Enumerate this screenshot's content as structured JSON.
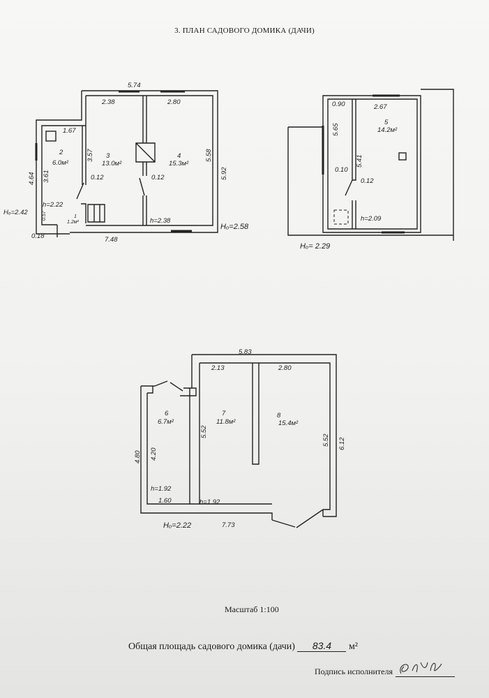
{
  "title": "3. ПЛАН САДОВОГО ДОМИКА (ДАЧИ)",
  "floor1": {
    "dims": {
      "top": "5.74",
      "r3_top": "2.38",
      "r4_top": "2.80",
      "r2_top": "1.67",
      "r3_side": "3.57",
      "r4_side": "5.58",
      "right": "5.92",
      "left_outer": "4.64",
      "left_inner": "3.61",
      "wall1": "0.12",
      "wall2": "0.12",
      "bottom": "7.48",
      "small": "0.57",
      "corner": "0.18"
    },
    "rooms": [
      {
        "num": "2",
        "area": "6.0м²"
      },
      {
        "num": "3",
        "area": "13.0м²"
      },
      {
        "num": "4",
        "area": "15.3м²"
      },
      {
        "num": "1",
        "area": "1.2м²"
      }
    ],
    "h_left": "h=2.22",
    "h_right": "h=2.38",
    "H_left": "Нₒ=2.42",
    "H_right": "Нₒ=2.58"
  },
  "floor2": {
    "dims": {
      "w1": "0.90",
      "w2": "2.67",
      "s1": "5.65",
      "s2": "5.41",
      "t1": "0.10",
      "t2": "0.12"
    },
    "room": {
      "num": "5",
      "area": "14.2м²"
    },
    "h": "h=2.09",
    "H": "Нₒ= 2.29"
  },
  "floor3": {
    "dims": {
      "top": "5.83",
      "r7_top": "2.13",
      "r8_top": "2.80",
      "r7_side": "5.52",
      "r8_side": "5.52",
      "right": "6.12",
      "left_outer": "4.80",
      "left_inner": "4.20",
      "r6_bottom": "1.60",
      "bottom": "7.73"
    },
    "rooms": [
      {
        "num": "6",
        "area": "6.7м²"
      },
      {
        "num": "7",
        "area": "11.8м²"
      },
      {
        "num": "8",
        "area": "15.4м²"
      }
    ],
    "h6": "h=1.92",
    "h7": "h=1.92",
    "H": "Нₒ=2.22"
  },
  "scale": "Масштаб 1:100",
  "total_label": "Общая площадь садового домика (дачи)",
  "total_value": "83.4",
  "total_unit": "м²",
  "signature_label": "Подпись исполнителя",
  "signature_text": "signature"
}
